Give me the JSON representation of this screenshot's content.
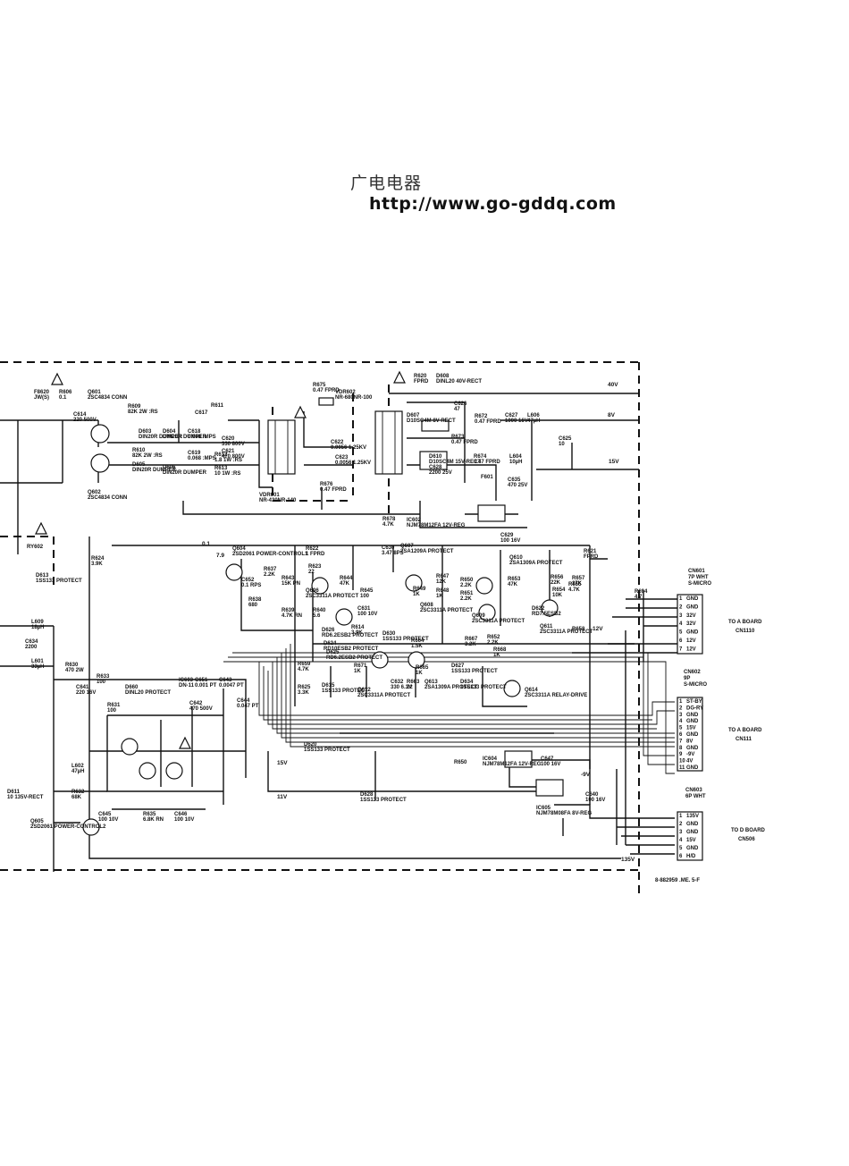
{
  "watermark": {
    "site_name": "广电电器",
    "url": "http://www.go-gddq.com"
  },
  "rails": [
    "40V",
    "8V",
    "15V",
    "12V",
    "135V",
    "15V",
    "11V",
    "-9V",
    "0.1",
    "7.9"
  ],
  "components": [
    {
      "ref": "F8620",
      "value": "JW(S)"
    },
    {
      "ref": "R606",
      "value": "0.1"
    },
    {
      "ref": "Q601",
      "value": "2SC4834 CONN"
    },
    {
      "ref": "R609",
      "value": "82K 2W :RS"
    },
    {
      "ref": "C614",
      "value": "220 500V"
    },
    {
      "ref": "C617",
      "value": ""
    },
    {
      "ref": "R611",
      "value": ""
    },
    {
      "ref": "R675",
      "value": "0.47 FPRD"
    },
    {
      "ref": "VDR602",
      "value": "NR-680NR-100"
    },
    {
      "ref": "R620",
      "value": "FPRD"
    },
    {
      "ref": "D608",
      "value": "DINL20 40V-RECT"
    },
    {
      "ref": "C626",
      "value": "47"
    },
    {
      "ref": "D607",
      "value": "D10SC4M 8V-RECT"
    },
    {
      "ref": "R672",
      "value": "0.47 FPRD"
    },
    {
      "ref": "C627",
      "value": "1000 16V"
    },
    {
      "ref": "L606",
      "value": "47µH"
    },
    {
      "ref": "C625",
      "value": "10"
    },
    {
      "ref": "R673",
      "value": "0.47 FPRD"
    },
    {
      "ref": "R674",
      "value": "0.47 FPRD"
    },
    {
      "ref": "L604",
      "value": "10µH"
    },
    {
      "ref": "C635",
      "value": "470 25V"
    },
    {
      "ref": "F601",
      "value": ""
    },
    {
      "ref": "D610",
      "value": "D10SC4M 15V-RECT"
    },
    {
      "ref": "C628",
      "value": "2200 25V"
    },
    {
      "ref": "C622",
      "value": "0.0056 1.25KV"
    },
    {
      "ref": "C623",
      "value": "0.0056 1.25KV"
    },
    {
      "ref": "R676",
      "value": "0.47 FPRD"
    },
    {
      "ref": "VDR601",
      "value": "NR-430NR-140"
    },
    {
      "ref": "Q602",
      "value": "2SC4834 CONN"
    },
    {
      "ref": "R610",
      "value": "82K 2W :RS"
    },
    {
      "ref": "D604",
      "value": "DIN20R DUMPER"
    },
    {
      "ref": "D605",
      "value": "DIN20R DUMPER"
    },
    {
      "ref": "D606",
      "value": "DIN20R DUMPER"
    },
    {
      "ref": "D603",
      "value": "DIN20R DUMPER"
    },
    {
      "ref": "R612",
      "value": "1.8 1W :RS"
    },
    {
      "ref": "R613",
      "value": "10 1W :RS"
    },
    {
      "ref": "C618",
      "value": "0.068 :MPS"
    },
    {
      "ref": "C619",
      "value": "0.068 :MPS"
    },
    {
      "ref": "C620",
      "value": "330 800V"
    },
    {
      "ref": "C621",
      "value": "470 800V"
    },
    {
      "ref": "R678",
      "value": "4.7K"
    },
    {
      "ref": "IC602",
      "value": "NJM78M12FA 12V-REG"
    },
    {
      "ref": "C629",
      "value": "100 16V"
    },
    {
      "ref": "RY602",
      "value": ""
    },
    {
      "ref": "D613",
      "value": "1SS133 PROTECT"
    },
    {
      "ref": "R624",
      "value": "3.9K"
    },
    {
      "ref": "Q604",
      "value": "2SD2061 POWER-CONTROL1"
    },
    {
      "ref": "R637",
      "value": "2.2K"
    },
    {
      "ref": "C652",
      "value": "0.1 RPS"
    },
    {
      "ref": "R638",
      "value": "680"
    },
    {
      "ref": "R622",
      "value": "1 FPRD"
    },
    {
      "ref": "R623",
      "value": "22"
    },
    {
      "ref": "C630",
      "value": "3.47 8PS"
    },
    {
      "ref": "Q607",
      "value": "2SA1209A PROTECT"
    },
    {
      "ref": "R621",
      "value": "FPRD"
    },
    {
      "ref": "Q610",
      "value": "2SA1309A PROTECT"
    },
    {
      "ref": "R643",
      "value": "15K PN"
    },
    {
      "ref": "R639",
      "value": "4.7K RN"
    },
    {
      "ref": "Q606",
      "value": "2SC3311A PROTECT"
    },
    {
      "ref": "R644",
      "value": "47K"
    },
    {
      "ref": "R645",
      "value": "100"
    },
    {
      "ref": "R640",
      "value": "5.6"
    },
    {
      "ref": "C631",
      "value": "100 10V"
    },
    {
      "ref": "R647",
      "value": "12K"
    },
    {
      "ref": "R649",
      "value": "1K"
    },
    {
      "ref": "R648",
      "value": "1K"
    },
    {
      "ref": "Q608",
      "value": "2SC3311A PROTECT"
    },
    {
      "ref": "R650",
      "value": "2.2K"
    },
    {
      "ref": "R651",
      "value": "2.2K"
    },
    {
      "ref": "R653",
      "value": "47K"
    },
    {
      "ref": "R656",
      "value": "22K"
    },
    {
      "ref": "R654",
      "value": "10K"
    },
    {
      "ref": "R655",
      "value": "4.7K"
    },
    {
      "ref": "R657",
      "value": "27K"
    },
    {
      "ref": "Q609",
      "value": "2SC3311A PROTECT"
    },
    {
      "ref": "D622",
      "value": "RD7.5ESB2"
    },
    {
      "ref": "Q611",
      "value": "2SC3311A PROTECT"
    },
    {
      "ref": "R658",
      "value": ""
    },
    {
      "ref": "D626",
      "value": "RD6.2ESB2 PROTECT"
    },
    {
      "ref": "R614",
      "value": "3.9K"
    },
    {
      "ref": "D630",
      "value": "1SS133 PROTECT"
    },
    {
      "ref": "D624",
      "value": "RD10ESB2 PROTECT"
    },
    {
      "ref": "D625",
      "value": "RD6.2ESB2 PROTECT"
    },
    {
      "ref": "R659",
      "value": "4.7K"
    },
    {
      "ref": "R671",
      "value": "1K"
    },
    {
      "ref": "R664",
      "value": "1.5K"
    },
    {
      "ref": "R665",
      "value": "1K"
    },
    {
      "ref": "D627",
      "value": "1SS133 PROTECT"
    },
    {
      "ref": "R667",
      "value": "3.2K"
    },
    {
      "ref": "R652",
      "value": "2.2K"
    },
    {
      "ref": "R668",
      "value": "1K"
    },
    {
      "ref": "R625",
      "value": "3.3K"
    },
    {
      "ref": "D615",
      "value": "1SS133 PROTECT"
    },
    {
      "ref": "Q612",
      "value": "2SC3311A PROTECT"
    },
    {
      "ref": "C632",
      "value": "330 6.3V"
    },
    {
      "ref": "R663",
      "value": "22"
    },
    {
      "ref": "Q613",
      "value": "2SA1309A PROTECT"
    },
    {
      "ref": "D634",
      "value": "1SS133 PROTECT"
    },
    {
      "ref": "Q614",
      "value": "2SC3311A RELAY-DRIVE"
    },
    {
      "ref": "D620",
      "value": "1SS133 PROTECT"
    },
    {
      "ref": "D628",
      "value": "1SS133 PROTECT"
    },
    {
      "ref": "R694",
      "value": "4.7"
    },
    {
      "ref": "L609",
      "value": "18µH"
    },
    {
      "ref": "C634",
      "value": "2200"
    },
    {
      "ref": "L601",
      "value": "33µH"
    },
    {
      "ref": "R630",
      "value": "470 2W"
    },
    {
      "ref": "R633",
      "value": "100"
    },
    {
      "ref": "D660",
      "value": "DINL20 PROTECT"
    },
    {
      "ref": "C641",
      "value": "220 16V"
    },
    {
      "ref": "IC603",
      "value": "DN-11"
    },
    {
      "ref": "C651",
      "value": "0.001 PT"
    },
    {
      "ref": "C642",
      "value": "470 500V"
    },
    {
      "ref": "C643",
      "value": "0.0047 PT"
    },
    {
      "ref": "C644",
      "value": "0.047 PT"
    },
    {
      "ref": "R631",
      "value": "100"
    },
    {
      "ref": "L602",
      "value": "47µH"
    },
    {
      "ref": "R632",
      "value": "68K"
    },
    {
      "ref": "Q605",
      "value": "2SD2061 POWER-CONTROL2"
    },
    {
      "ref": "C645",
      "value": "100 10V"
    },
    {
      "ref": "R635",
      "value": "6.8K RN"
    },
    {
      "ref": "C646",
      "value": "100 10V"
    },
    {
      "ref": "R650",
      "value": ""
    },
    {
      "ref": "IC604",
      "value": "NJM78M12FA 12V-REG"
    },
    {
      "ref": "C647",
      "value": "100 16V"
    },
    {
      "ref": "IC605",
      "value": "NJM78M08FA 8V-REG"
    },
    {
      "ref": "C640",
      "value": "100 16V"
    },
    {
      "ref": "D611",
      "value": "10 135V-RECT"
    }
  ],
  "connectors": [
    {
      "ref": "CN601",
      "spec": "7P WHT",
      "title": "S-MICRO",
      "pins": [
        "GND",
        "GND",
        "32V",
        "32V",
        "GND",
        "12V",
        "12V"
      ],
      "destination": "TO A BOARD",
      "dest_connector": "CN1110"
    },
    {
      "ref": "CN602",
      "spec": "9P",
      "title": "S-MICRO",
      "pins": [
        "ST-BY",
        "DG-RY",
        "GND",
        "GND",
        "15V",
        "GND",
        "8V",
        "GND",
        "-9V",
        "4V",
        "GND"
      ],
      "destination": "TO A BOARD",
      "dest_connector": "CN111"
    },
    {
      "ref": "CN603",
      "spec": "6P WHT",
      "title": "",
      "pins": [
        "135V",
        "GND",
        "GND",
        "15V",
        "GND",
        "H/D"
      ],
      "destination": "TO D BOARD",
      "dest_connector": "CN506"
    }
  ],
  "footer_code": "8-882959 .ME. 5-F"
}
